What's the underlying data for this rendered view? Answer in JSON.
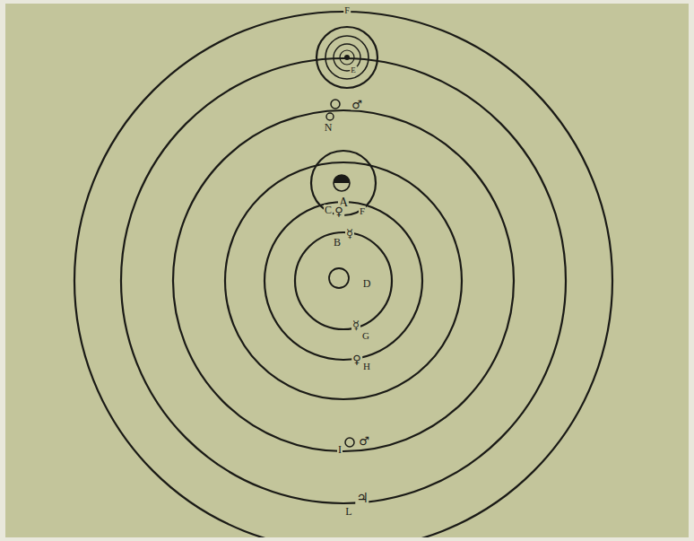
{
  "diagram": {
    "labels": [
      "F",
      "E",
      "♂",
      "N",
      "A",
      "C",
      "♀",
      "F",
      "B",
      "☿",
      "D",
      "☿",
      "G",
      "♀",
      "H",
      "♂",
      "I",
      "♃",
      "L"
    ]
  }
}
